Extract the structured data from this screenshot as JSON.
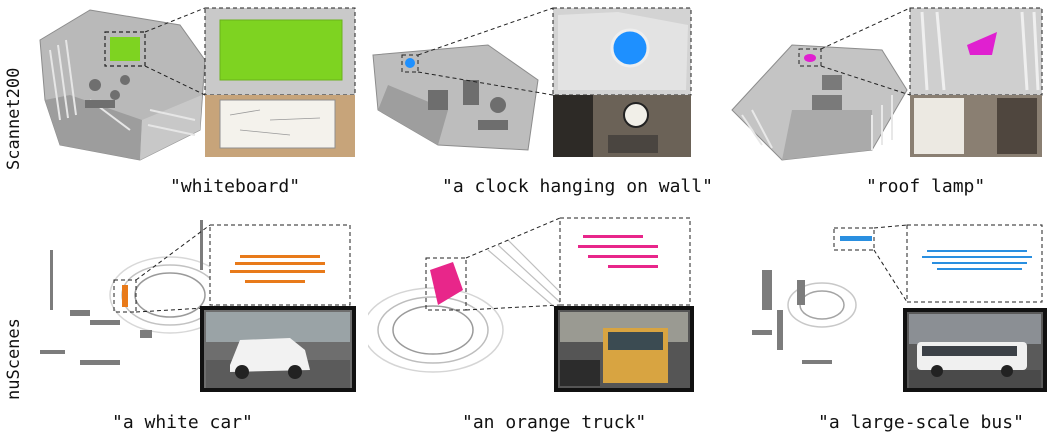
{
  "row_labels": [
    "Scannet200",
    "nuScenes"
  ],
  "captions": [
    "\"whiteboard\"",
    "\"a clock hanging on wall\"",
    "\"roof lamp\"",
    "\"a white car\"",
    "\"an orange truck\"",
    "\"a large-scale bus\""
  ],
  "highlight_colors": {
    "whiteboard": "#7ed321",
    "clock": "#1e90ff",
    "lamp": "#e020d0",
    "car": "#e87a1a",
    "truck": "#e8268a",
    "bus": "#2a8fe0"
  }
}
